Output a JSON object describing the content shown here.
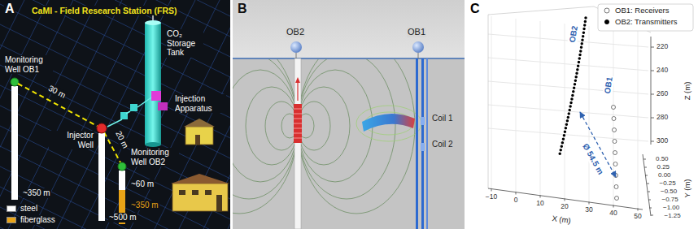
{
  "diagram": {
    "labels": [
      "A",
      "CaMI - Field Research Station (FRS)",
      "CO₂ Storage Tank",
      "Monitoring Well OB1",
      "30 m",
      "Injection Apparatus",
      "~350 m",
      "Injector Well",
      "20 m",
      "Monitoring Well OB2",
      "~60 m",
      "~350 m",
      "~500 m",
      "B",
      "OB2",
      "OB1",
      "Coil 1",
      "Coil 2",
      "C",
      "OB2",
      "OB1",
      "Ø 54.5 m",
      "Z (m)",
      "220",
      "240",
      "260",
      "280",
      "300",
      "−10",
      "0",
      "10",
      "20",
      "30",
      "40",
      "50",
      "X (m)",
      "0.50",
      "0.25",
      "0.00",
      "−0.25",
      "−0.50",
      "−0.75",
      "−1.00",
      "−1.25",
      "Y (m)"
    ],
    "legend": [
      {
        "text": "steel",
        "color": "#ffffff"
      },
      {
        "text": "fiberglass",
        "color": "#e8a317"
      },
      {
        "text": "OB1: Receivers"
      },
      {
        "text": "OB2: Transmitters"
      }
    ]
  }
}
